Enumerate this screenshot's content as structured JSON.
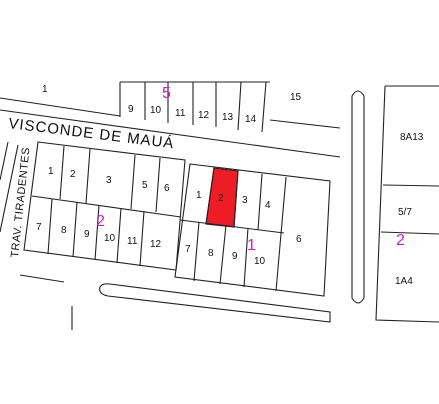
{
  "map": {
    "streets": {
      "visconde_de_maua": "VISCONDE DE MAUÁ",
      "trav_tiradentes": "TRAV. TIRADENTES"
    },
    "colors": {
      "highlight_fill": "#ee1c25",
      "block_label": "#d21ad2",
      "line": "#222222"
    },
    "block_labels": [
      "5",
      "2",
      "1",
      "2"
    ],
    "lots": {
      "top_isolated": "1",
      "top_block": [
        "9",
        "10",
        "11",
        "12",
        "13",
        "14"
      ],
      "top_right": "15",
      "left_upper": [
        "1",
        "2",
        "3",
        "5",
        "6"
      ],
      "left_lower": [
        "7",
        "8",
        "9",
        "10",
        "11",
        "12"
      ],
      "center_upper": [
        "1",
        "2",
        "3",
        "4"
      ],
      "center_lower": [
        "7",
        "8",
        "9",
        "10"
      ],
      "center_side": "6",
      "right_block": [
        "8A13",
        "5/7",
        "1A4"
      ]
    },
    "highlighted_lot": "2"
  }
}
